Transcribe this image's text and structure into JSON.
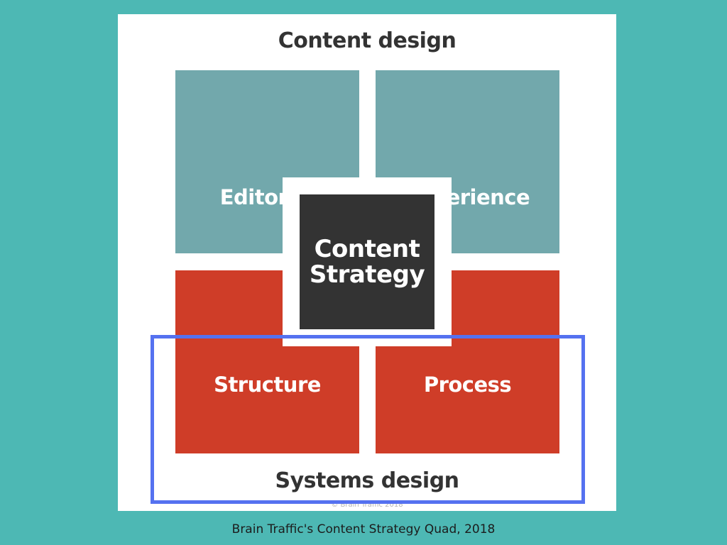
{
  "colors": {
    "background": "#4db8b4",
    "card": "#ffffff",
    "teal_quadrant": "#72a8ac",
    "red_quadrant": "#cf3d28",
    "center": "#333333",
    "highlight_border": "#5571f0",
    "heading_text": "#333333"
  },
  "diagram": {
    "top_label": "Content design",
    "bottom_label": "Systems design",
    "quadrants": {
      "top_left": "Editorial",
      "top_right": "Experience",
      "bottom_left": "Structure",
      "bottom_right": "Process"
    },
    "center": {
      "line1": "Content",
      "line2": "Strategy"
    },
    "copyright": "© Brain Traffic 2018"
  },
  "caption": "Brain Traffic's Content Strategy Quad, 2018"
}
